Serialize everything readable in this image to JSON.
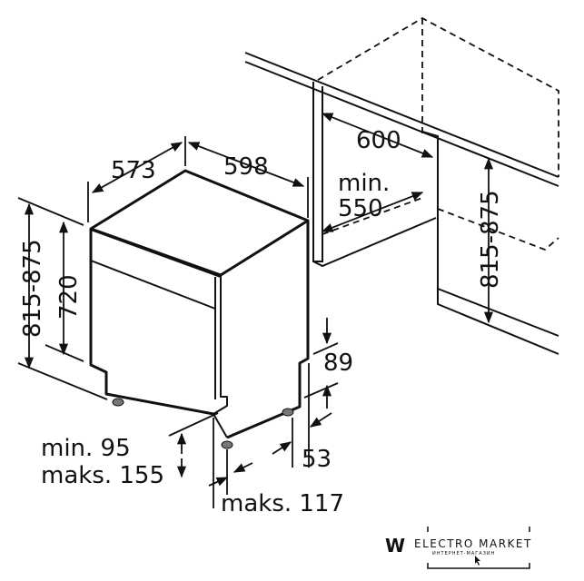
{
  "dimensions": {
    "depth": "573",
    "width": "598",
    "niche_width": "600",
    "niche_min_label": "min.",
    "niche_min_value": "550",
    "height_range_left": "815-875",
    "height_range_right": "815-875",
    "body_height": "720",
    "plinth_height": "89",
    "plinth_depth": "53",
    "foot_min": "min. 95",
    "foot_max": "maks. 155",
    "door_max": "maks. 117"
  },
  "watermark": {
    "letter": "W",
    "brand": "ELECTRO MARKET",
    "subtitle": "ИНТЕРНЕТ-МАГАЗИН"
  }
}
